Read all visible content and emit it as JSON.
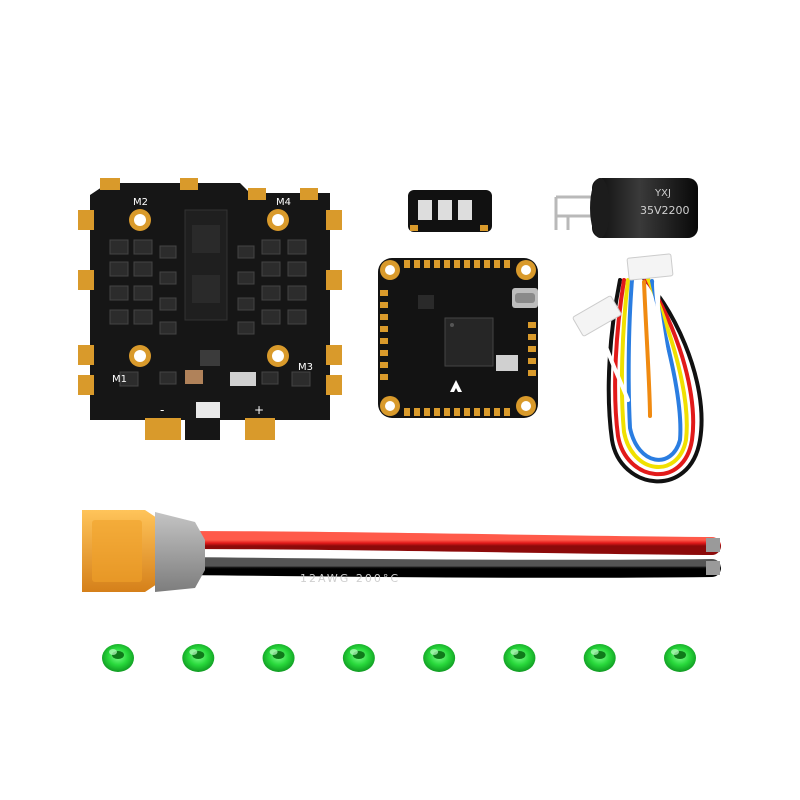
{
  "esc": {
    "motor_labels": [
      "M2",
      "M4",
      "M1",
      "M3"
    ],
    "polarity": [
      "-",
      "+"
    ]
  },
  "capacitor": {
    "text_main": "35V2200",
    "text_cap": "YXJ"
  },
  "cable": {
    "print": "12AWG 200°C"
  },
  "colors": {
    "pcb": "#161616",
    "gold": "#d99a2b",
    "wire_red": "#e21a1a",
    "wire_black": "#1a1a1a",
    "xt60": "#f0a22a",
    "standoff": "#22d23a"
  },
  "kit": {
    "grommet_count": 8
  }
}
